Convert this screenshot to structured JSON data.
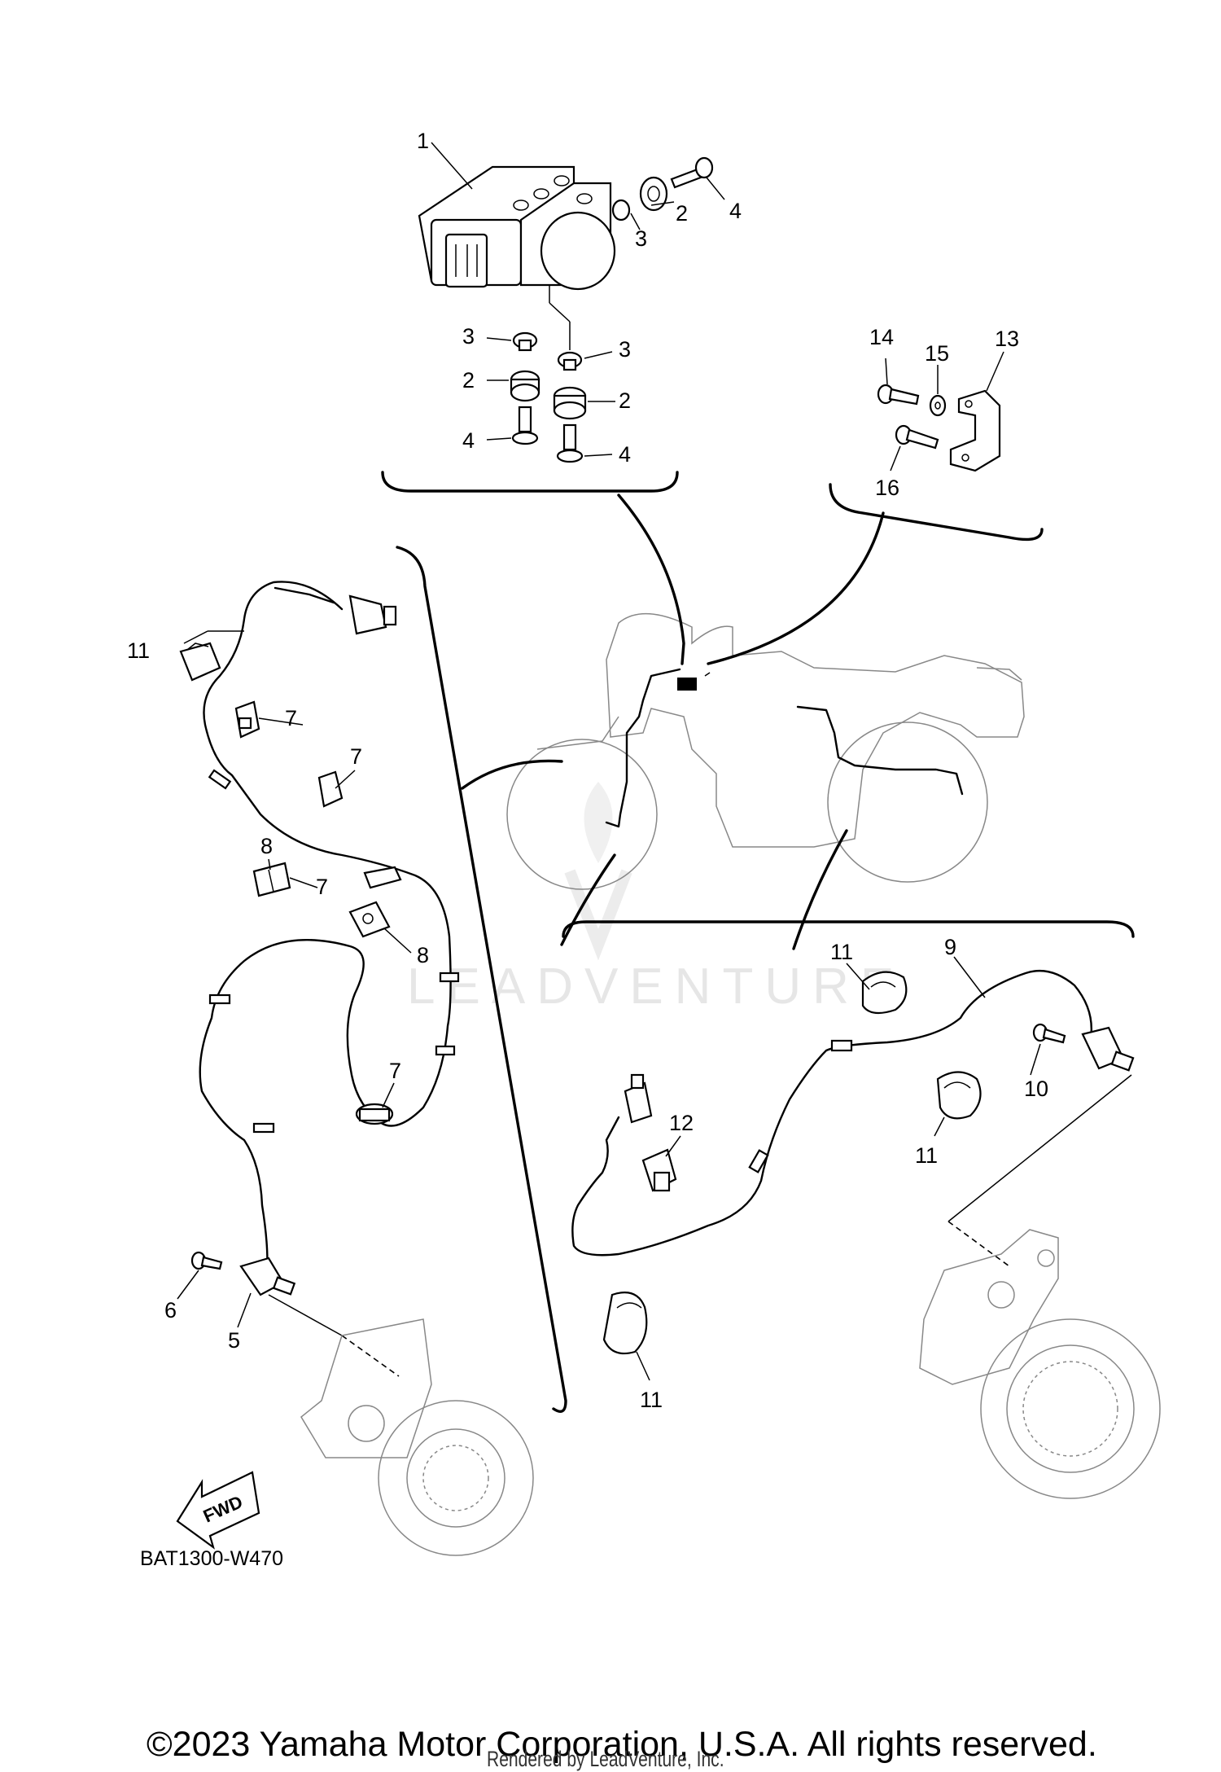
{
  "diagram_code": "BAT1300-W470",
  "fwd_label": "FWD",
  "watermark": "LEADVENTURE",
  "copyright": "©2023 Yamaha Motor Corporation, U.S.A. All rights reserved.",
  "rendered_by": "Rendered by LeadVenture, Inc.",
  "callouts": {
    "hydraulic_unit": "1",
    "damper_a": "2",
    "damper_b": "2",
    "damper_c": "2",
    "collar_a": "3",
    "collar_b": "3",
    "collar_c": "3",
    "bolt_a": "4",
    "bolt_b": "4",
    "bolt_c": "4",
    "front_sensor": "5",
    "front_sensor_bolt": "6",
    "clamp_a": "7",
    "clamp_b": "7",
    "clamp_c": "7",
    "clamp_d": "7",
    "holder_a": "8",
    "holder_b": "8",
    "rear_sensor": "9",
    "rear_sensor_bolt": "10",
    "band_left": "11",
    "band_rear_a": "11",
    "band_rear_b": "11",
    "band_rear_c": "11",
    "coupler_clip": "12",
    "bracket": "13",
    "bracket_bolt": "14",
    "washer": "15",
    "bracket_screw": "16"
  }
}
